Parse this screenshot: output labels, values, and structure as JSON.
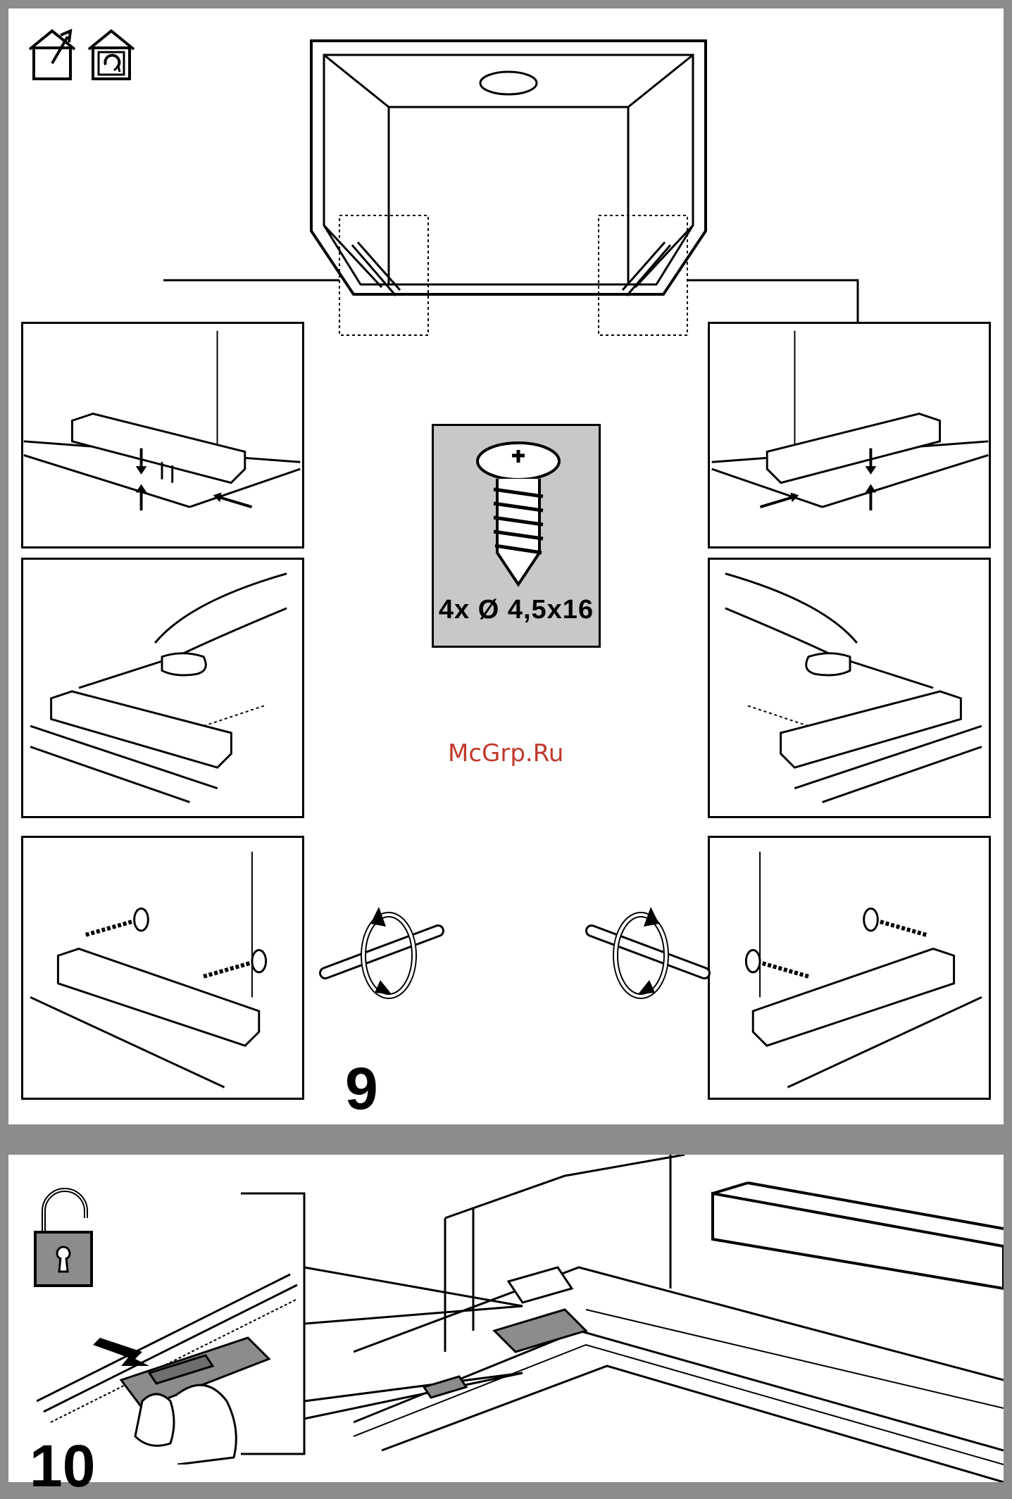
{
  "step9": {
    "number": "9",
    "screw_spec": "4x Ø 4,5x16",
    "icons": [
      "install-icon",
      "house-recirculation-icon"
    ]
  },
  "watermark": "McGrp.Ru",
  "step10": {
    "number": "10",
    "icons": [
      "unlock-icon"
    ]
  },
  "colors": {
    "border_gray": "#8c8c8c",
    "box_gray": "#c8c8c8",
    "watermark": "#c0392b"
  }
}
